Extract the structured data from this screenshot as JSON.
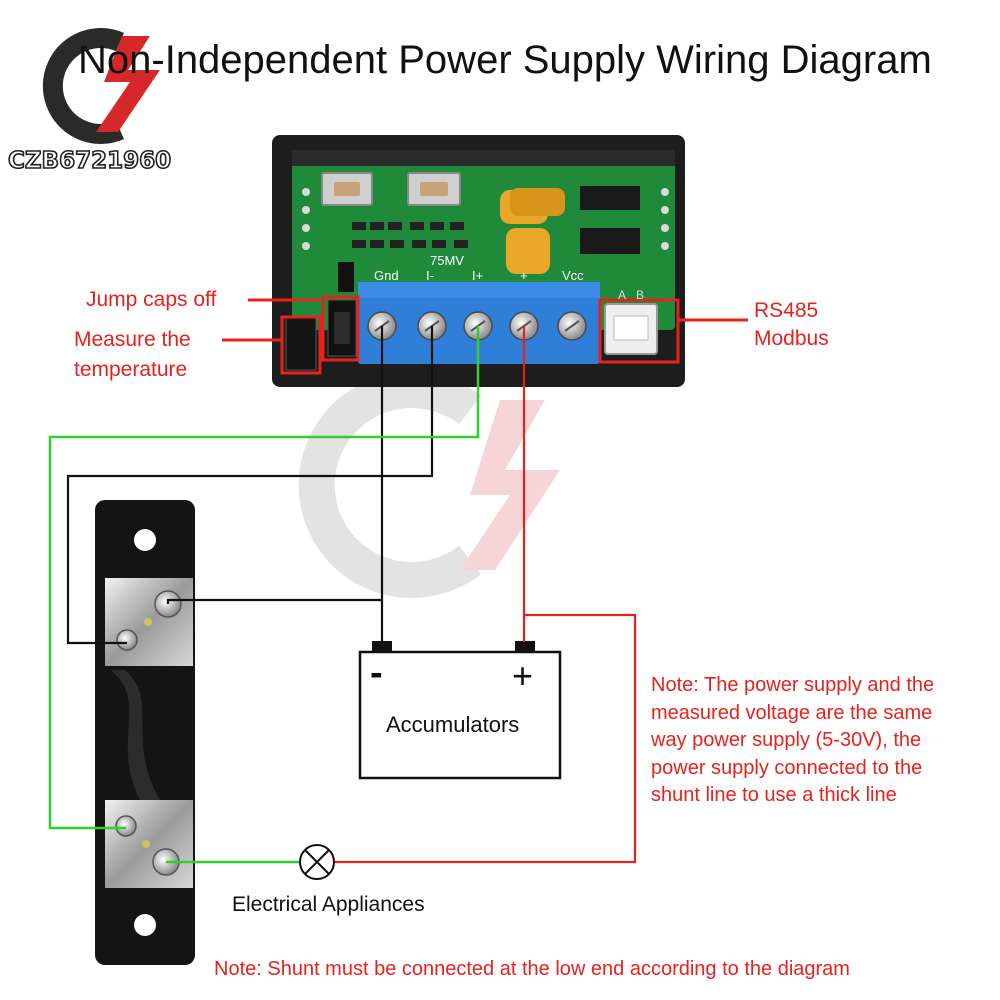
{
  "title": "Non-Independent Power Supply Wiring Diagram",
  "logo": {
    "text": "CZB6721960"
  },
  "module": {
    "silkscreen": "75MV",
    "terminals": [
      "Gnd",
      "I-",
      "I+",
      "+",
      "Vcc"
    ],
    "port_labels": [
      "A",
      "B"
    ]
  },
  "labels": {
    "jump_caps": "Jump caps off",
    "measure_temp_line1": "Measure the",
    "measure_temp_line2": "temperature",
    "rs485_line1": "RS485",
    "rs485_line2": "Modbus",
    "battery_minus": "-",
    "battery_plus": "+",
    "battery_name": "Accumulators",
    "appliances": "Electrical Appliances"
  },
  "notes": {
    "power_note_lines": [
      "Note: The power supply and the",
      "measured voltage are the same",
      "way power supply (5-30V), the",
      "power supply connected to the",
      "shunt line to use a thick line"
    ],
    "shunt_note": "Note: Shunt must be connected at the low end according to the diagram"
  },
  "colors": {
    "annotation_red": "#e8211d",
    "wire_green": "#2fd12f",
    "wire_black": "#111111",
    "terminal_blue": "#2f7fd8",
    "pcb_green": "#1f8a3a"
  }
}
